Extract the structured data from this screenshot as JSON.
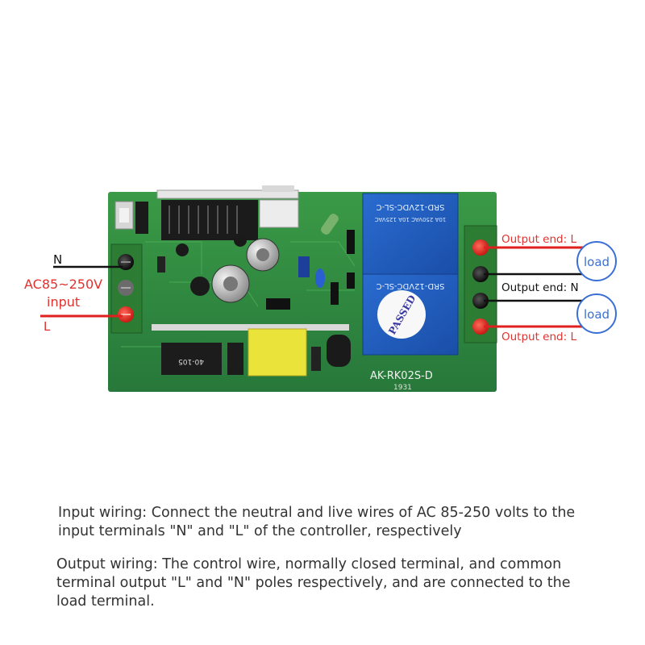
{
  "input": {
    "n_label": "N",
    "voltage_label": "AC85~250V",
    "input_label": "input",
    "l_label": "L"
  },
  "output": {
    "top_label": "Output end: L",
    "middle_label": "Output end: N",
    "bottom_label": "Output end: L",
    "load_top": "load",
    "load_bottom": "load"
  },
  "board": {
    "model": "AK-RK02S-D",
    "date_code": "1931",
    "relay_top_text": "SRD-12VDC-SL-C",
    "relay_bottom_text": "SRD-12VDC-SL-C",
    "relay_rating": "10A 250VAC 10A 125VAC",
    "passed_stamp": "PASSED",
    "capacitor_text": "40-105"
  },
  "descriptions": {
    "input_wiring": "Input wiring: Connect the neutral and live wires of AC 85-250 volts to the input terminals \"N\" and \"L\" of the controller, respectively",
    "output_wiring": "Output wiring: The control wire, normally closed terminal, and common terminal output \"L\" and \"N\" poles respectively, and are connected to the load terminal."
  },
  "colors": {
    "pcb_green": "#2f8a3c",
    "relay_blue": "#1f5fbf",
    "live_wire_red": "#e0201e",
    "neutral_wire_black": "#111111",
    "label_red": "#e0322e",
    "load_circle_blue": "#3b6fd6"
  }
}
